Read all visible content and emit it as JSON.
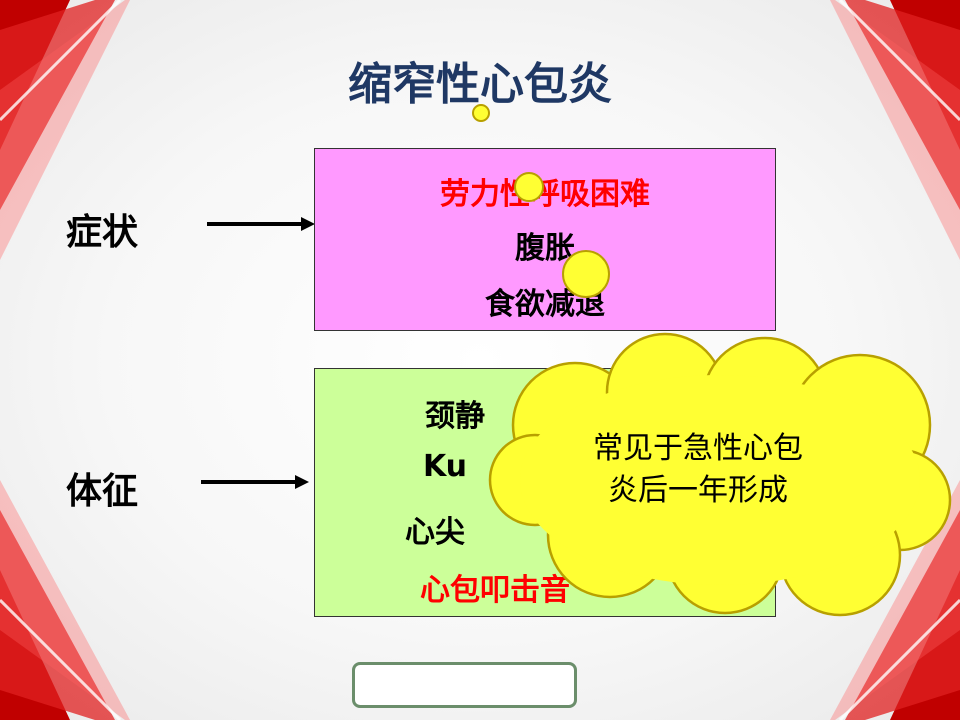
{
  "slide": {
    "title": "缩窄性心包炎",
    "colors": {
      "title": "#1f3864",
      "accent_red": "#ff0000",
      "symptom_bg": "#ff99ff",
      "sign_bg": "#ccff99",
      "cloud_bg": "#ffff33"
    }
  },
  "symptoms": {
    "label": "症状",
    "items": [
      "劳力性呼吸困难",
      "腹胀",
      "食欲减退"
    ]
  },
  "signs": {
    "label": "体征",
    "items": [
      "颈静",
      "Ku",
      "心尖",
      "心包叩击音"
    ]
  },
  "callout": {
    "line1": "常见于急性心包",
    "line2": "炎后一年形成"
  }
}
